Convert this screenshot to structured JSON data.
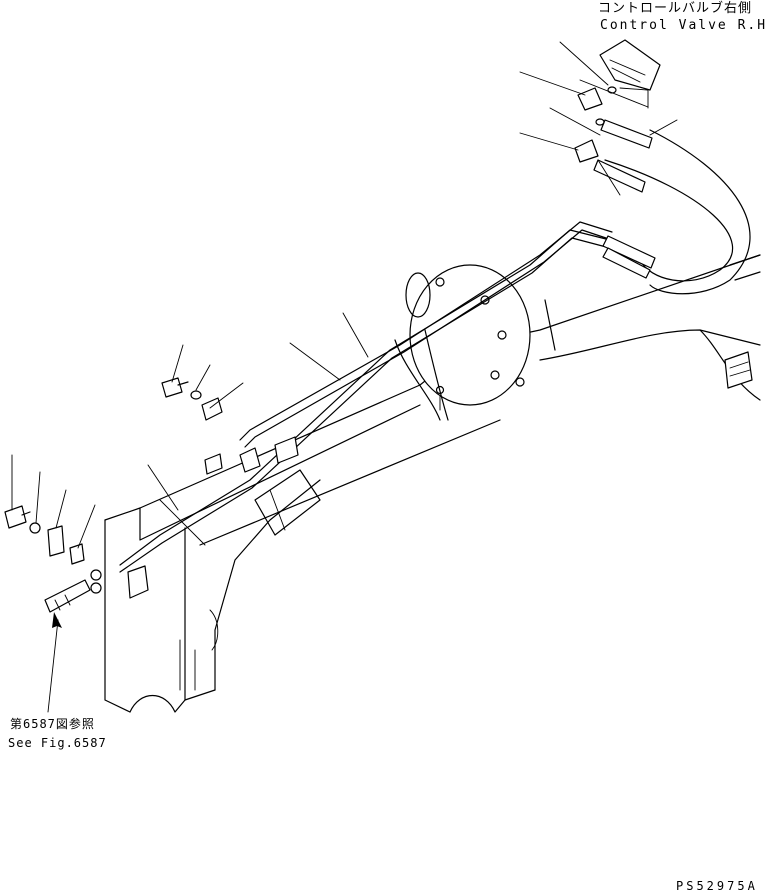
{
  "labels": {
    "control_valve_jp": "コントロールバルブ右側",
    "control_valve_en": "Control Valve R.H.",
    "see_fig_jp": "第6587図参照",
    "see_fig_en": "See Fig.6587",
    "drawing_code": "PS52975A"
  },
  "colors": {
    "line": "#000000",
    "background": "#ffffff"
  }
}
